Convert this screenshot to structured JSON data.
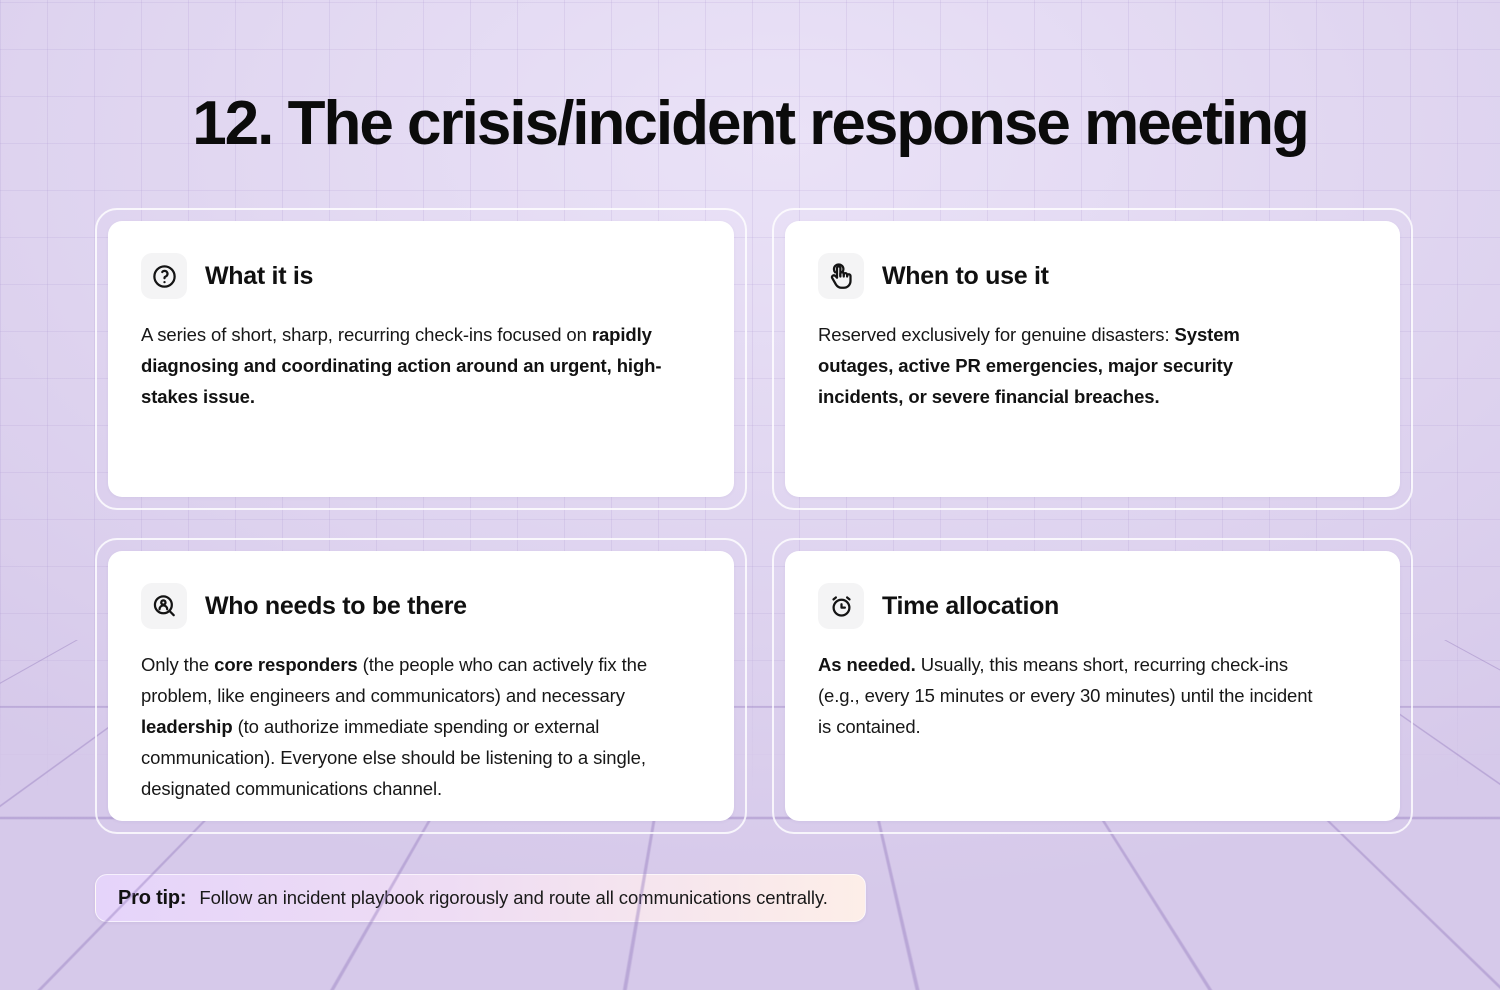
{
  "page": {
    "title": "12. The crisis/incident response meeting"
  },
  "cards": [
    {
      "icon": "question-circle-icon",
      "heading": "What it is",
      "body": [
        {
          "text": "A series of short, sharp, recurring check-ins focused on ",
          "bold": false
        },
        {
          "text": "rapidly diagnosing and coordinating action around an urgent, high-stakes issue.",
          "bold": true
        }
      ]
    },
    {
      "icon": "tap-hand-icon",
      "heading": "When to use it",
      "body": [
        {
          "text": "Reserved exclusively for genuine disasters: ",
          "bold": false
        },
        {
          "text": "System outages, active PR emergencies, major security incidents, or severe financial breaches.",
          "bold": true
        }
      ]
    },
    {
      "icon": "user-search-icon",
      "heading": "Who needs to be there",
      "body": [
        {
          "text": "Only the ",
          "bold": false
        },
        {
          "text": "core responders",
          "bold": true
        },
        {
          "text": " (the people who can actively fix the problem, like engineers and communicators) and necessary ",
          "bold": false
        },
        {
          "text": "leadership",
          "bold": true
        },
        {
          "text": " (to authorize immediate spending or external communication). Everyone else should be listening to a single, designated communications channel.",
          "bold": false
        }
      ]
    },
    {
      "icon": "alarm-clock-icon",
      "heading": "Time allocation",
      "body": [
        {
          "text": "As needed.",
          "bold": true
        },
        {
          "text": " Usually, this means short, recurring check-ins (e.g., every 15 minutes or every 30 minutes) until the incident is contained.",
          "bold": false
        }
      ]
    }
  ],
  "pro_tip": {
    "label": "Pro tip:",
    "text": "Follow an incident playbook rigorously and route all communications centrally."
  },
  "colors": {
    "background": "#ddd3ee",
    "grid_line": "#c9bbe0",
    "card_background": "#ffffff",
    "card_ring": "#ffffff",
    "icon_tile": "#f4f4f5",
    "title_text": "#0b0b0b",
    "body_text": "#171717",
    "protip_gradient_start": "#e5d4fa",
    "protip_gradient_end": "#fdeee8"
  }
}
